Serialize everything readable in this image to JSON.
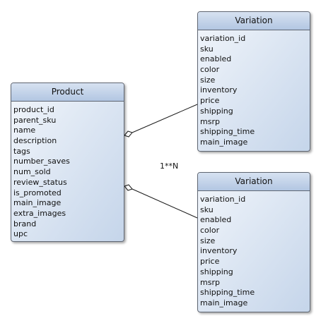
{
  "product": {
    "title": "Product",
    "fields": [
      "product_id",
      "parent_sku",
      "name",
      "description",
      "tags",
      "number_saves",
      "num_sold",
      "review_status",
      "is_promoted",
      "main_image",
      "extra_images",
      "brand",
      "upc"
    ]
  },
  "variations": [
    {
      "title": "Variation",
      "fields": [
        "variation_id",
        "sku",
        "enabled",
        "color",
        "size",
        "inventory",
        "price",
        "shipping",
        "msrp",
        "shipping_time",
        "main_image"
      ]
    },
    {
      "title": "Variation",
      "fields": [
        "variation_id",
        "sku",
        "enabled",
        "color",
        "size",
        "inventory",
        "price",
        "shipping",
        "msrp",
        "shipping_time",
        "main_image"
      ]
    }
  ],
  "relationship": {
    "multiplicity": "1**N"
  }
}
